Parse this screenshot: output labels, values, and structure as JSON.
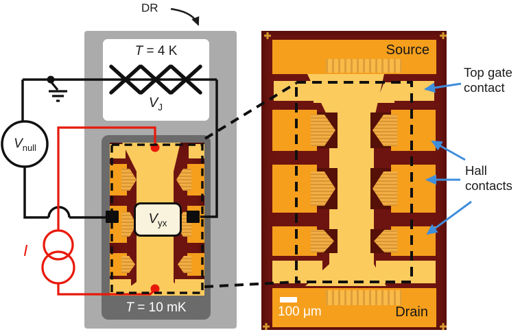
{
  "colors": {
    "maroon": "#6E1410",
    "orange": "#F59F1D",
    "lightgold": "#FBCB5E",
    "tip": "#F2AE45",
    "recess": "#551007",
    "blue": "#3E8EDB",
    "red": "#E8190B",
    "gold": "#D79A30",
    "gray_outer": "#ABABAB",
    "gray_inner": "#6B6B6B",
    "cream": "#F9F2DC",
    "wire": "#111111"
  },
  "labels": {
    "dr": "DR",
    "t4k_var": "T",
    "t4k_rest": " = 4 K",
    "vj_var": "V",
    "vj_sub": "J",
    "vnull_var": "V",
    "vnull_sub": "null",
    "vyx_var": "V",
    "vyx_sub": "yx",
    "current": "I",
    "t10_var": "T",
    "t10_rest": " = 10 mK",
    "source": "Source",
    "drain": "Drain",
    "scale": "100 μm",
    "top_gate_1": "Top gate",
    "top_gate_2": "contact",
    "hall_1": "Hall",
    "hall_2": "contacts"
  }
}
